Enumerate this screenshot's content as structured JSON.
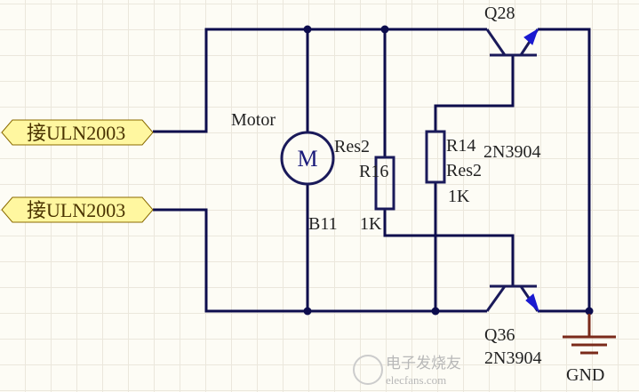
{
  "ports": [
    {
      "label": "接ULN2003"
    },
    {
      "label": "接ULN2003"
    }
  ],
  "motor": {
    "designator": "B11",
    "comment": "Motor",
    "symbol": "M"
  },
  "r16": {
    "designator": "R16",
    "comment": "Res2",
    "value": "1K"
  },
  "r14": {
    "designator": "R14",
    "comment": "Res2",
    "value": "1K"
  },
  "q28": {
    "designator": "Q28",
    "part": "2N3904"
  },
  "q36": {
    "designator": "Q36",
    "part": "2N3904"
  },
  "ground": {
    "label": "GND"
  },
  "watermark": {
    "text": "电子发烧友",
    "url": "elecfans.com"
  },
  "colors": {
    "wire": "#0d0d4d",
    "component": "#1a1a7a",
    "port_fill": "#fff7a0",
    "port_border": "#8a6a00",
    "ground": "#7a2a1a"
  }
}
